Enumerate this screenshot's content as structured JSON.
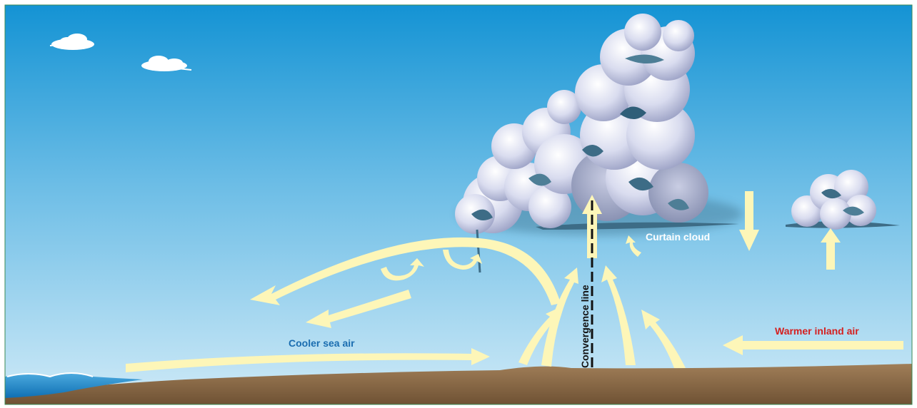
{
  "labels": {
    "curtain_cloud": "Curtain cloud",
    "convergence_line": "Convergence line",
    "cooler_sea_air": "Cooler sea air",
    "warmer_inland_air": "Warmer inland air"
  },
  "colors": {
    "sky_top": "#1596d6",
    "sky_bottom": "#c6e6f6",
    "ground": "#8b6a46",
    "sea": "#1f86c8",
    "arrow": "#fdf6b8",
    "cloud_light": "#f2f4fb",
    "cloud_mid": "#b9bdd8",
    "cloud_shadow": "#3d6c86",
    "cooler_label": "#1a6db0",
    "warmer_label": "#d42020",
    "frame": "#3b8a55"
  }
}
